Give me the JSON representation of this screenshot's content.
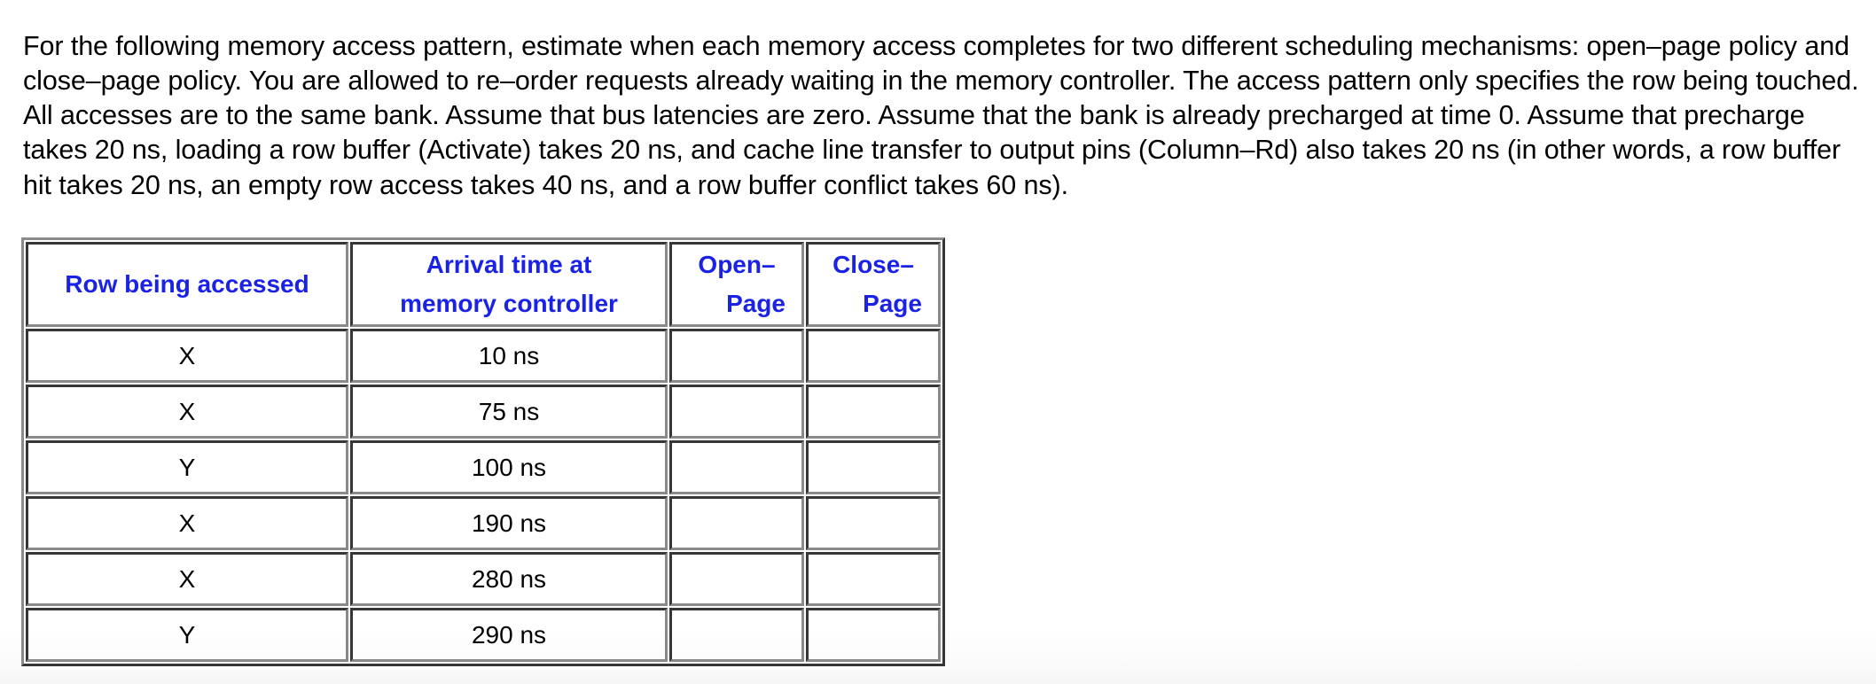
{
  "question": {
    "text": "For the following memory access pattern, estimate when each memory access completes for two different scheduling mechanisms: open–page policy and close–page policy. You are allowed to re–order requests already waiting in the memory controller. The access pattern only specifies the row being touched. All accesses are to the same bank. Assume that bus latencies are zero. Assume that the bank is already precharged at time 0. Assume that precharge takes 20 ns, loading a row buffer (Activate) takes 20 ns, and cache line transfer to output pins (Column–Rd) also takes 20 ns (in other words, a row buffer hit takes 20 ns, an empty row access takes 40 ns, and a row buffer conflict takes 60 ns)."
  },
  "colors": {
    "header_text": "#1a22e8",
    "body_text": "#000000",
    "table_border": "#8a8a8a",
    "background": "#ffffff"
  },
  "table": {
    "headers": [
      {
        "id": "row-being-accessed",
        "line1": "Row being accessed",
        "line2": ""
      },
      {
        "id": "arrival-time",
        "line1": "Arrival time at",
        "line2": "memory controller"
      },
      {
        "id": "open-page",
        "line1": "Open–",
        "line2": "Page"
      },
      {
        "id": "close-page",
        "line1": "Close–",
        "line2": "Page"
      }
    ],
    "rows": [
      {
        "row": "X",
        "arrival": "10 ns",
        "open_page": "",
        "close_page": ""
      },
      {
        "row": "X",
        "arrival": "75 ns",
        "open_page": "",
        "close_page": ""
      },
      {
        "row": "Y",
        "arrival": "100 ns",
        "open_page": "",
        "close_page": ""
      },
      {
        "row": "X",
        "arrival": "190 ns",
        "open_page": "",
        "close_page": ""
      },
      {
        "row": "X",
        "arrival": "280 ns",
        "open_page": "",
        "close_page": ""
      },
      {
        "row": "Y",
        "arrival": "290 ns",
        "open_page": "",
        "close_page": ""
      }
    ]
  }
}
